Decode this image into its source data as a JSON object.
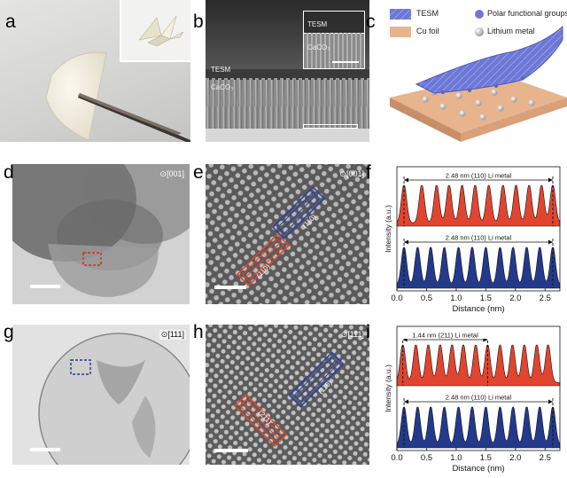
{
  "panels": {
    "a": {
      "label": "a"
    },
    "b": {
      "label": "b",
      "layer_top": "TESM",
      "layer_bottom": "CaCO₃",
      "inset_top": "TESM",
      "inset_bottom": "CaCO₃"
    },
    "c": {
      "label": "c",
      "legend": {
        "tesm": "TESM",
        "cu": "Cu foil",
        "polar": "Polar functional groups",
        "li": "Lithium metal"
      }
    },
    "d": {
      "label": "d",
      "zone": "[001]"
    },
    "e": {
      "label": "e",
      "zone": "[001]",
      "plane_blue": "(110)",
      "plane_red": "(110)"
    },
    "f": {
      "label": "f"
    },
    "g": {
      "label": "g",
      "zone": "[111]"
    },
    "h": {
      "label": "h",
      "zone": "[111]",
      "plane_blue": "(110)",
      "plane_red": "(211)"
    },
    "i": {
      "label": "i"
    }
  },
  "colors": {
    "red_fill": "#e2452f",
    "blue_fill": "#233a8c",
    "cu": "#e7b48e",
    "tesm": "#6d78d6"
  },
  "chart_data": [
    {
      "panel": "f",
      "type": "area",
      "xlabel": "Distance (nm)",
      "ylabel": "Intensity (a.u.)",
      "xlim": [
        0,
        2.75
      ],
      "x_ticks": [
        "0.0",
        "0.5",
        "1.0",
        "1.5",
        "2.0",
        "2.5"
      ],
      "grid": false,
      "series": [
        {
          "color": "red",
          "peaks": [
            0.12,
            0.42,
            0.67,
            0.88,
            1.1,
            1.32,
            1.55,
            1.79,
            2.01,
            2.23,
            2.44,
            2.63
          ],
          "annotation": "2.48 nm (110) Li metal",
          "span": [
            0.12,
            2.63
          ]
        },
        {
          "color": "blue",
          "peaks": [
            0.12,
            0.35,
            0.57,
            0.8,
            1.04,
            1.27,
            1.5,
            1.74,
            1.96,
            2.19,
            2.41,
            2.63
          ],
          "annotation": "2.48 nm (110) Li metal",
          "span": [
            0.12,
            2.63
          ]
        }
      ]
    },
    {
      "panel": "i",
      "type": "area",
      "xlabel": "Distance (nm)",
      "ylabel": "Intensity (a.u.)",
      "xlim": [
        0,
        2.75
      ],
      "x_ticks": [
        "0.0",
        "0.5",
        "1.0",
        "1.5",
        "2.0",
        "2.5"
      ],
      "grid": false,
      "series": [
        {
          "color": "red",
          "peaks": [
            0.1,
            0.32,
            0.53,
            0.73,
            0.93,
            1.12,
            1.33,
            1.53,
            1.74,
            1.95,
            2.15,
            2.36,
            2.55
          ],
          "annotation": "1.44 nm (211)  Li metal",
          "span": [
            0.1,
            1.53
          ]
        },
        {
          "color": "blue",
          "peaks": [
            0.12,
            0.35,
            0.57,
            0.8,
            1.04,
            1.27,
            1.5,
            1.74,
            1.96,
            2.19,
            2.41,
            2.63
          ],
          "annotation": "2.48 nm (110) Li metal",
          "span": [
            0.12,
            2.63
          ]
        }
      ]
    }
  ]
}
